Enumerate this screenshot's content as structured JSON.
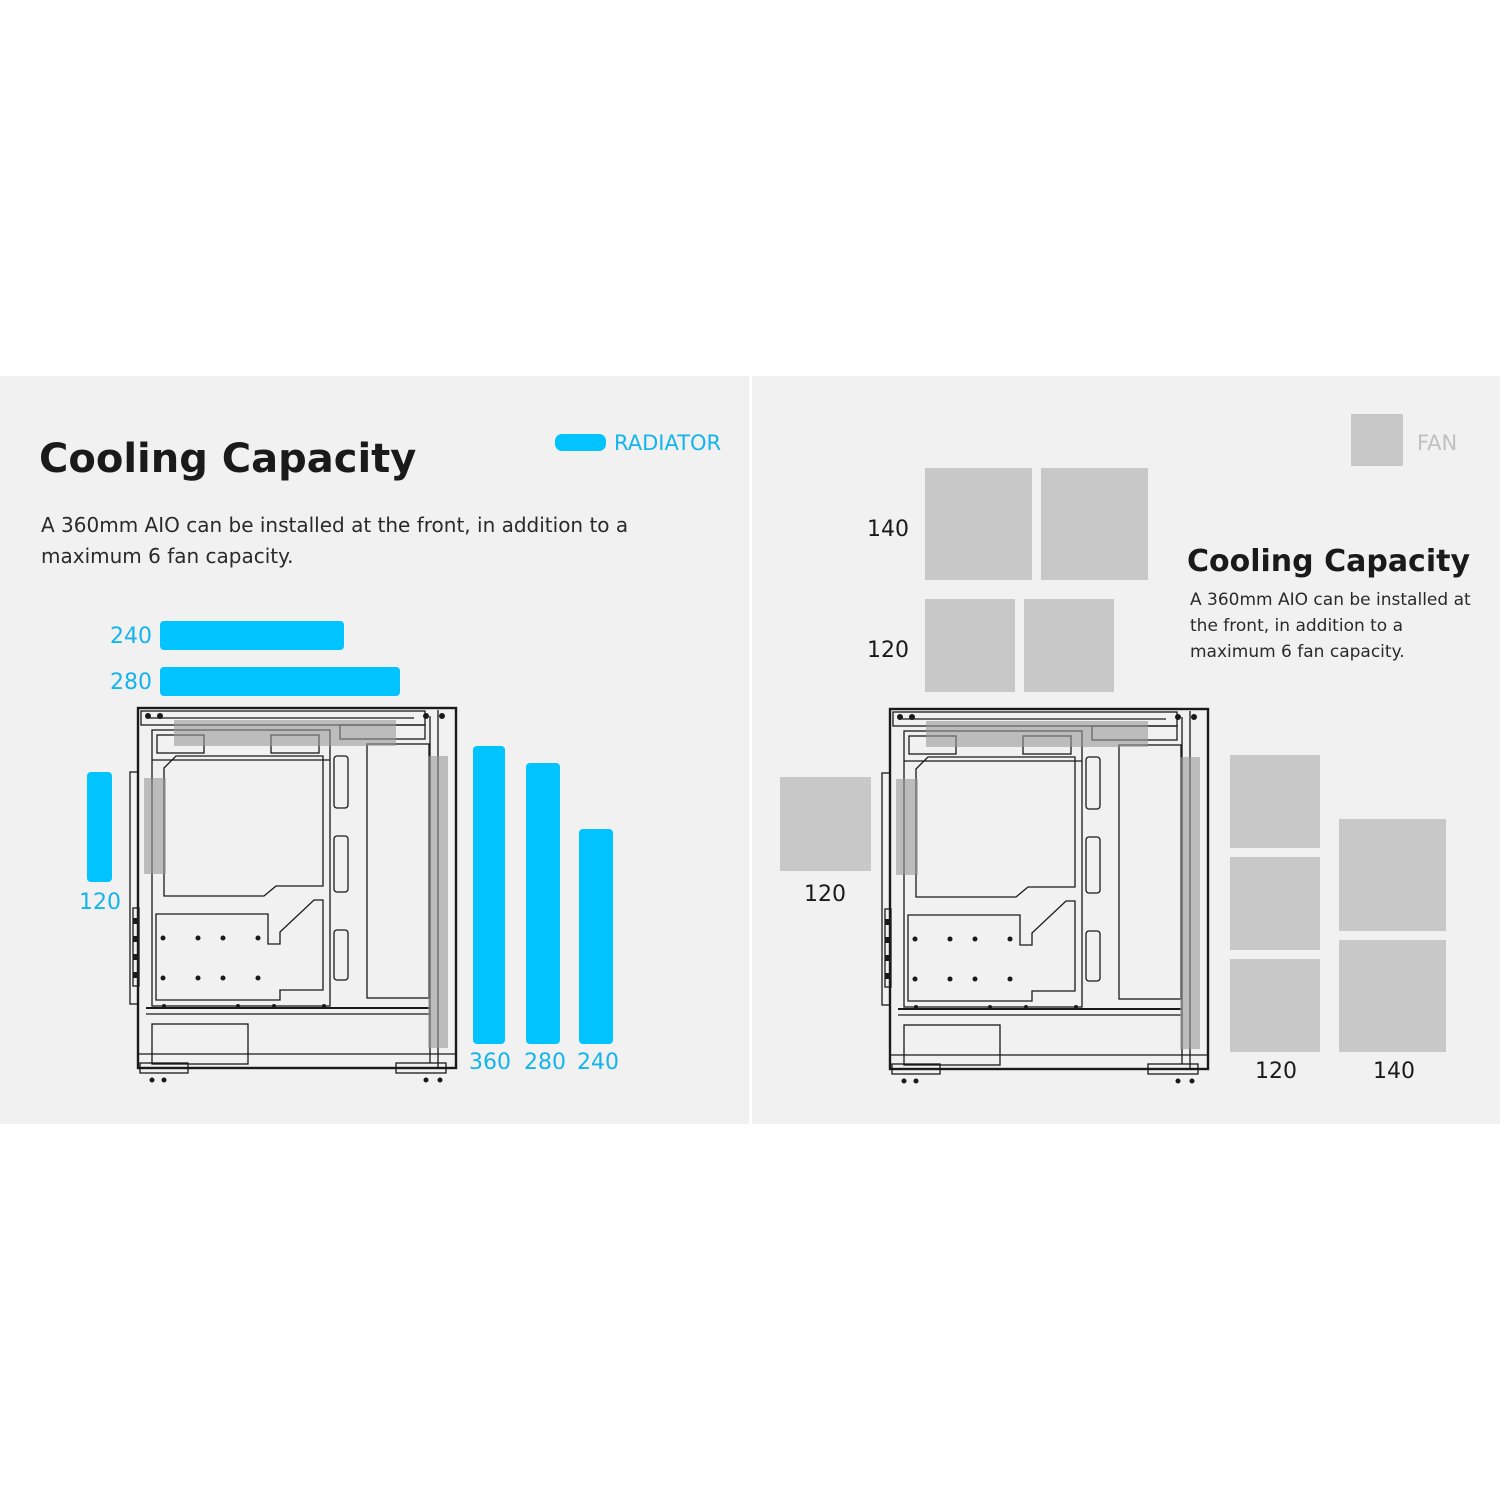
{
  "colors": {
    "radiator": "#00c3ff",
    "radiator_text": "#14b4ec",
    "fan": "#c8c8c8",
    "panel_bg": "#f1f1f1"
  },
  "left": {
    "title": "Cooling Capacity",
    "description": "A 360mm AIO can be installed at the front, in addition to a maximum 6 fan capacity.",
    "legend": {
      "icon": "radiator-swatch",
      "label": "RADIATOR"
    },
    "top": [
      "240",
      "280"
    ],
    "rear": "120",
    "front": [
      "360",
      "280",
      "240"
    ]
  },
  "right": {
    "title": "Cooling Capacity",
    "description": "A 360mm AIO can be installed at the front, in addition to a maximum 6 fan capacity.",
    "legend": {
      "icon": "fan-swatch",
      "label": "FAN"
    },
    "top": [
      "140",
      "120"
    ],
    "rear": "120",
    "front": [
      "120",
      "140"
    ]
  }
}
